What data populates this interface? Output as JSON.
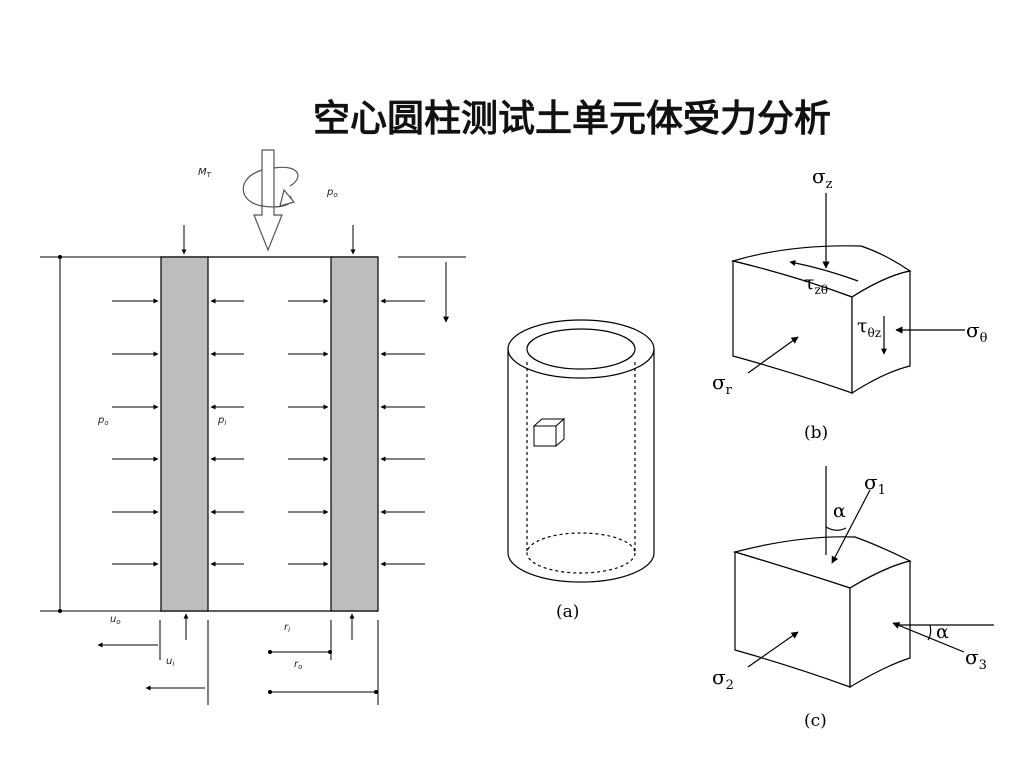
{
  "title": "空心圆柱测试土单元体受力分析",
  "left_diagram": {
    "torque_label": "M",
    "torque_sub": "T",
    "top_pressure": "p",
    "top_pressure_sub": "o",
    "outer_pressure": "p",
    "outer_pressure_sub": "o",
    "inner_pressure": "p",
    "inner_pressure_sub": "i",
    "outer_disp": "u",
    "outer_disp_sub": "o",
    "inner_disp": "u",
    "inner_disp_sub": "i",
    "inner_radius": "r",
    "inner_radius_sub": "i",
    "outer_radius": "r",
    "outer_radius_sub": "o"
  },
  "panel_a": {
    "caption": "(a)"
  },
  "panel_b": {
    "caption": "(b)",
    "sigma_z": "σ",
    "sigma_z_sub": "z",
    "tau_ztheta": "τ",
    "tau_ztheta_sub": "zθ",
    "tau_thetaz": "τ",
    "tau_thetaz_sub": "θz",
    "sigma_theta": "σ",
    "sigma_theta_sub": "θ",
    "sigma_r": "σ",
    "sigma_r_sub": "r"
  },
  "panel_c": {
    "caption": "(c)",
    "sigma_1": "σ",
    "sigma_1_sub": "1",
    "sigma_2": "σ",
    "sigma_2_sub": "2",
    "sigma_3": "σ",
    "sigma_3_sub": "3",
    "alpha_top": "α",
    "alpha_right": "α"
  }
}
